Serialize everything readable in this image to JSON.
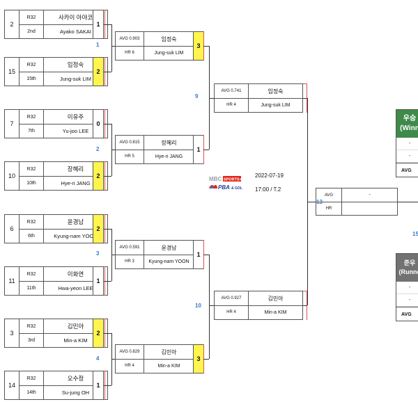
{
  "r1": [
    {
      "seed": "2",
      "round": "R32",
      "rank": "2nd",
      "kr": "사카이 아야코",
      "en": "Ayako SAKAI",
      "score": "1",
      "win": false
    },
    {
      "seed": "15",
      "round": "R32",
      "rank": "15th",
      "kr": "임정숙",
      "en": "Jung-suk LIM",
      "score": "2",
      "win": true
    },
    {
      "seed": "7",
      "round": "R32",
      "rank": "7th",
      "kr": "이유주",
      "en": "Yu-joo LEE",
      "score": "0",
      "win": false
    },
    {
      "seed": "10",
      "round": "R32",
      "rank": "10th",
      "kr": "장혜리",
      "en": "Hye-ri JANG",
      "score": "2",
      "win": true
    },
    {
      "seed": "6",
      "round": "R32",
      "rank": "6th",
      "kr": "윤경남",
      "en": "Kyung-nam YOON",
      "score": "2",
      "win": true
    },
    {
      "seed": "11",
      "round": "R32",
      "rank": "11th",
      "kr": "이화연",
      "en": "Hwa-yeon LEE",
      "score": "1",
      "win": false
    },
    {
      "seed": "3",
      "round": "R32",
      "rank": "3rd",
      "kr": "김민아",
      "en": "Min-a KIM",
      "score": "2",
      "win": true
    },
    {
      "seed": "14",
      "round": "R32",
      "rank": "14th",
      "kr": "오수정",
      "en": "Su-jung OH",
      "score": "1",
      "win": false
    }
  ],
  "r1_match_numbers": [
    "1",
    "2",
    "3",
    "4"
  ],
  "r2": [
    {
      "avg": "AVG 0.903",
      "hr": "HR 6",
      "kr": "임정숙",
      "en": "Jung-suk LIM",
      "score": "3",
      "win": true
    },
    {
      "avg": "AVG 0.815",
      "hr": "HR 5",
      "kr": "장혜리",
      "en": "Hye-ri JANG",
      "score": "1",
      "win": false
    },
    {
      "avg": "AVG 0.591",
      "hr": "HR 3",
      "kr": "윤경남",
      "en": "Kyung-nam YOON",
      "score": "1",
      "win": false
    },
    {
      "avg": "AVG 0.829",
      "hr": "HR 4",
      "kr": "김민아",
      "en": "Min-a KIM",
      "score": "3",
      "win": true
    }
  ],
  "r2_match_numbers": [
    "9",
    "10"
  ],
  "r3": [
    {
      "avg": "AVG 0.741",
      "hr": "HR 4",
      "kr": "임정숙",
      "en": "Jung-suk LIM"
    },
    {
      "avg": "AVG 0.927",
      "hr": "HR 4",
      "kr": "김민아",
      "en": "Min-a KIM"
    }
  ],
  "final_match_number": "13",
  "final_match_number_2": "15",
  "final": {
    "avg_label": "AVG",
    "avg_value": "-",
    "hr_label": "HR",
    "hr_value": ""
  },
  "winner": {
    "title": "우승",
    "subtitle": "(Winn",
    "lines": [
      "-",
      "-"
    ],
    "avg_label": "AVG"
  },
  "runner": {
    "title": "준우",
    "subtitle": "(Runne",
    "lines": [
      "-",
      "-"
    ],
    "avg_label": "AVG"
  },
  "logo": {
    "brand": "MBC SPORTS+",
    "sub": "PBA & GOLF"
  },
  "schedule": {
    "date": "2022-07-19",
    "time": "17:00 / T.2"
  },
  "colors": {
    "winner_highlight": "#fff54d",
    "connector": "#d9534f",
    "match_number": "#3a78c9",
    "winner_header": "#3f8a4a",
    "runner_header": "#727272"
  }
}
